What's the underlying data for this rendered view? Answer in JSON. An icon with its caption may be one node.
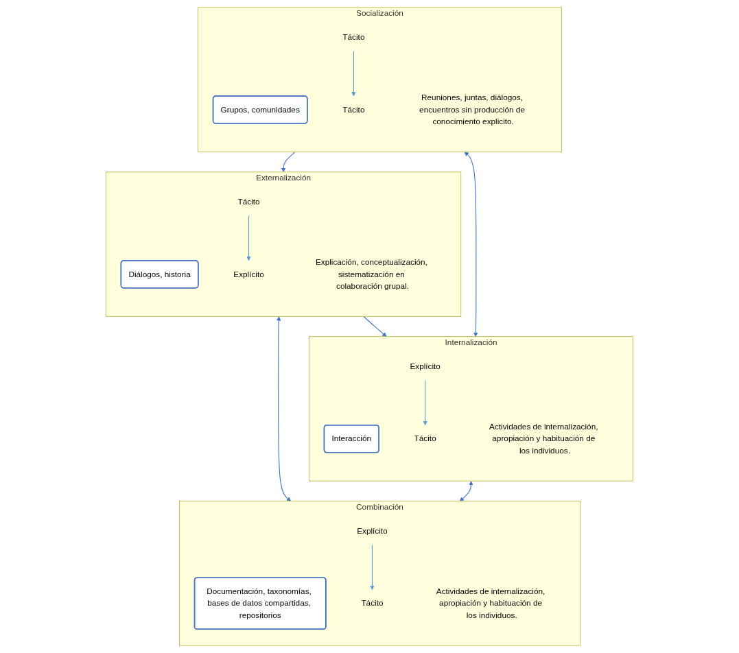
{
  "diagram": {
    "nodes": [
      {
        "text": [
          "Socialización"
        ]
      },
      {
        "text": [
          "Grupos, comunidades"
        ],
        "in": 0
      },
      {
        "text": [
          "Tácito"
        ],
        "in": 0
      },
      {
        "text": [
          "Tácito"
        ],
        "in": 0
      },
      {
        "text": [
          "Reuniones, juntas, diálogos, encuentros sin producción de conocimiento explicito."
        ],
        "in": 0
      },
      {
        "text": [
          "Externalización"
        ]
      },
      {
        "text": [
          "Diálogos, historia"
        ],
        "in": 5
      },
      {
        "text": [
          "Tácito"
        ],
        "in": 5
      },
      {
        "text": [
          "Explícito"
        ],
        "in": 5
      },
      {
        "text": [
          "Explicación, conceptualización, sistematización en colaboración grupal."
        ],
        "in": 5
      },
      {
        "text": [
          "Internalización"
        ]
      },
      {
        "text": [
          "Interacción"
        ],
        "in": 10
      },
      {
        "text": [
          "Explícito"
        ],
        "in": 10
      },
      {
        "text": [
          "Tácito"
        ],
        "in": 10
      },
      {
        "text": [
          "Actividades de internalización, apropiación y habituación de los individuos."
        ],
        "in": 10
      },
      {
        "text": [
          "Combinación"
        ]
      },
      {
        "text": [
          "Documentación, taxonomías, bases de datos compartidas, repositorios"
        ],
        "in": 15
      },
      {
        "text": [
          "Explícito"
        ],
        "in": 15
      },
      {
        "text": [
          "Tácito"
        ],
        "in": 15
      },
      {
        "text": [
          "Actividades de internalización, apropiación y habituación de los individuos."
        ],
        "in": 15
      }
    ],
    "edges": [
      {
        "from": 2,
        "to": 3,
        "arrow": "to",
        "color": "#5b9bd5"
      },
      {
        "from": 7,
        "to": 8,
        "arrow": "to",
        "color": "#5b9bd5"
      },
      {
        "from": 12,
        "to": 13,
        "arrow": "to",
        "color": "#5b9bd5"
      },
      {
        "from": 17,
        "to": 18,
        "arrow": "to",
        "color": "#5b9bd5"
      },
      {
        "from": 0,
        "to": 5,
        "arrow": "to"
      },
      {
        "from": 5,
        "to": 10,
        "arrow": "to"
      },
      {
        "from": 0,
        "to": 10,
        "arrow": "both"
      },
      {
        "from": 5,
        "to": 15,
        "arrow": "both"
      },
      {
        "from": 10,
        "to": 15,
        "arrow": "both"
      }
    ]
  }
}
